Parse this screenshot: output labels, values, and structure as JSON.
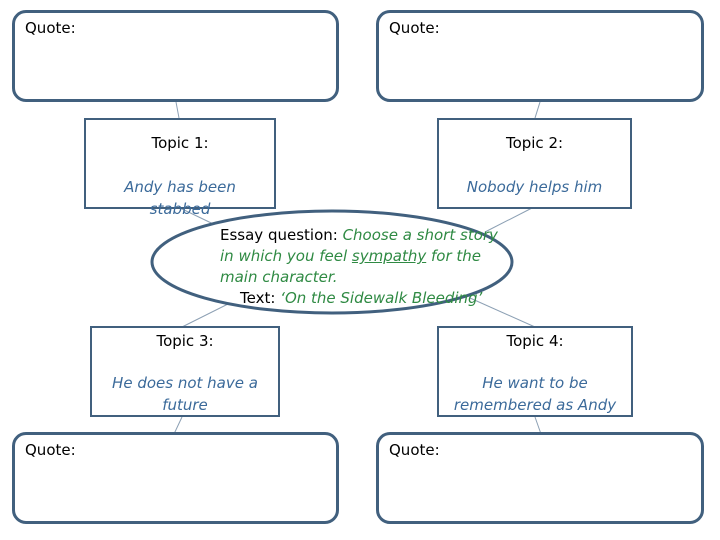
{
  "quotes": {
    "top_left": "Quote:",
    "top_right": "Quote:",
    "bottom_left": "Quote:",
    "bottom_right": "Quote:"
  },
  "topics": [
    {
      "title": "Topic 1:",
      "body": "Andy has been stabbed"
    },
    {
      "title": "Topic 2:",
      "body": "Nobody helps him"
    },
    {
      "title": "Topic 3:",
      "body_line1": "He does not have a",
      "body_line2": "future"
    },
    {
      "title": "Topic 4:",
      "body_line1": "He want to be",
      "body_line2": "remembered as Andy"
    }
  ],
  "essay": {
    "question_label": "Essay question: ",
    "question_pre": "Choose a short story in which you feel ",
    "question_emph": "sympathy",
    "question_post": " for the main character.",
    "text_label": "Text: ",
    "text_title": "‘On the Sidewalk Bleeding’"
  },
  "colors": {
    "border": "#41607e",
    "topic_text": "#3b6a9a",
    "essay_accent": "#2f8a43"
  }
}
